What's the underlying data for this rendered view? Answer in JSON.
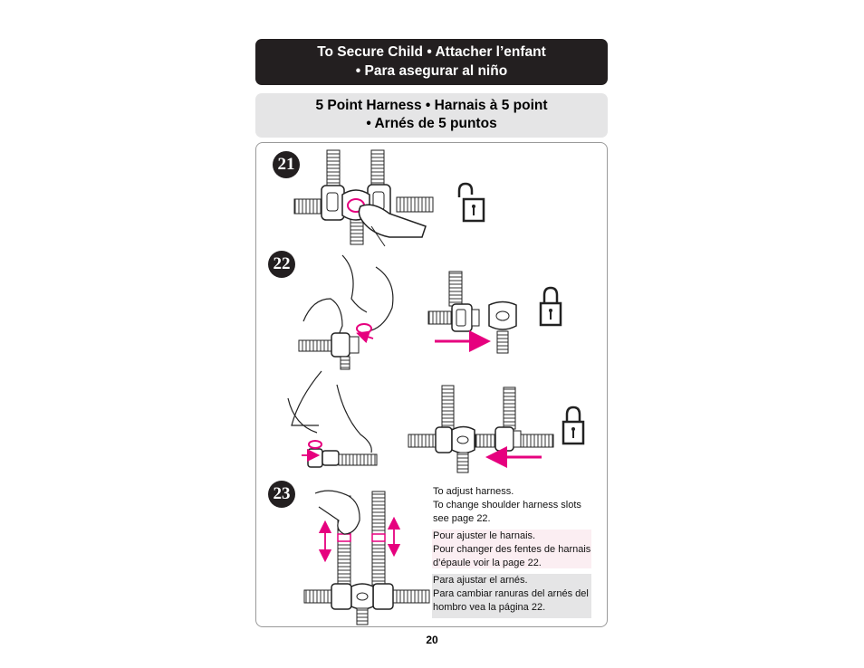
{
  "header": {
    "line1": "To Secure Child  •  Attacher l’enfant",
    "line2": "•  Para asegurar al niño"
  },
  "subheader": {
    "line1": "5 Point Harness  •  Harnais à 5 point",
    "line2": "•  Arnés de 5 puntos"
  },
  "steps": {
    "step21": "21",
    "step22": "22",
    "step23": "23"
  },
  "notes": {
    "english": [
      "To adjust harness.",
      "To change shoulder harness slots see page 22."
    ],
    "french": [
      "Pour ajuster le harnais.",
      "Pour changer des fentes de harnais d’épaule voir la page 22."
    ],
    "spanish": [
      "Para ajustar el arnés.",
      "Para cambiar ranuras del arnés del hombro vea la página 22."
    ]
  },
  "icons": {
    "unlocked": "padlock-open-icon",
    "locked": "padlock-closed-icon"
  },
  "colors": {
    "accent": "#e6007e",
    "banner_dark": "#231f20",
    "banner_light": "#e5e5e6",
    "french_bg": "#fbeef2"
  },
  "page_number": "20"
}
